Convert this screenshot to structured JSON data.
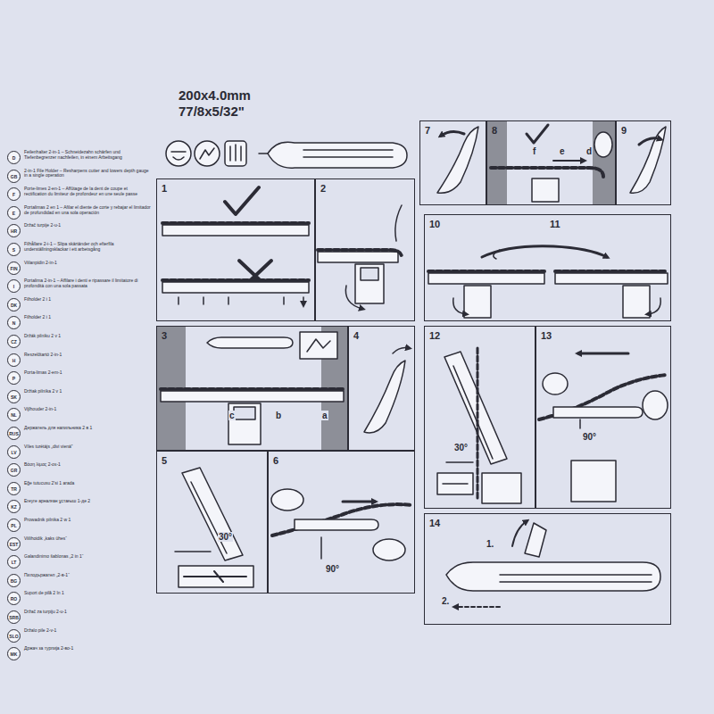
{
  "diagram": {
    "title": "200x4.0mm",
    "nodes": [
      {
        "text": [
          "1"
        ]
      },
      {
        "text": [
          "2"
        ]
      },
      {
        "text": [
          "3"
        ]
      },
      {
        "text": [
          "4"
        ]
      },
      {
        "text": [
          "5"
        ]
      },
      {
        "text": [
          "6"
        ]
      },
      {
        "text": [
          "7"
        ]
      },
      {
        "text": [
          "8"
        ]
      },
      {
        "text": [
          "9"
        ]
      },
      {
        "text": [
          "10",
          "11"
        ]
      },
      {
        "text": [
          "12"
        ]
      },
      {
        "text": [
          "13"
        ]
      },
      {
        "text": [
          "14"
        ]
      }
    ],
    "labels": [
      "77/8x5/32\"",
      "D",
      "Feilenhalter 2-in-1 – Schneidezahn schärfen und Tiefenbegrenzer nachfeilen, in einem Arbeitsgang",
      "GB",
      "2-in-1 File Holder – Resharpens cutter and lowers depth gauge in a single operation",
      "F",
      "Porte-limes 2-en-1 – Affûtage de la dent de coupe et rectification du limiteur de profondeur en une seule passe",
      "E",
      "Portalimas 2 en 1 – Afilar el diente de corte y rebajar el limitador de profundidad en una sola operación",
      "HR",
      "Držač turpije 2-u-1",
      "S",
      "Filhållare 2-i-1 – Slipa skärtänder och efterfila underställningsklackar i ett arbetsgång",
      "FIN",
      "Viilanpidin 2-in-1",
      "I",
      "Portalima 2-in-1 – Affilare i denti e ripassare il limitatore di profondità con una sola passata",
      "DK",
      "Filholder 2 i 1",
      "N",
      "Filholder 2 i 1",
      "CZ",
      "Držák pilníku 2 v 1",
      "H",
      "Reszelőtartó 2-in-1",
      "P",
      "Porta-limas 2-em-1",
      "SK",
      "Držiak pilníka 2 v 1",
      "NL",
      "Vijlhouder 2-in-1",
      "RUS",
      "Держатель для напильника 2 в 1",
      "LV",
      "Vīles turētājs „divi vienā”",
      "GR",
      "Βάση λίμας 2-σε-1",
      "TR",
      "Eğe tutucusu 2'si 1 arada",
      "KZ",
      "Егеуге арналған ұстағыш 1-де 2",
      "PL",
      "Prowadnik pilnika 2 w 1",
      "EST",
      "Viilihoidik „kaks ühes“",
      "LT",
      "Galandinimo šablonas „2 in 1“",
      "BG",
      "Пилодържател „2-в-1“",
      "RO",
      "Suport de pilă 2 în 1",
      "SRB",
      "Držač za turpiju 2-u-1",
      "SLO",
      "Držalo pile 2-v-1",
      "MK",
      "Држач за турпија 2-во-1",
      "c",
      "b",
      "a",
      "30°",
      "90°",
      "f",
      "e",
      "d",
      "30°",
      "90°",
      "1.",
      "2."
    ]
  }
}
